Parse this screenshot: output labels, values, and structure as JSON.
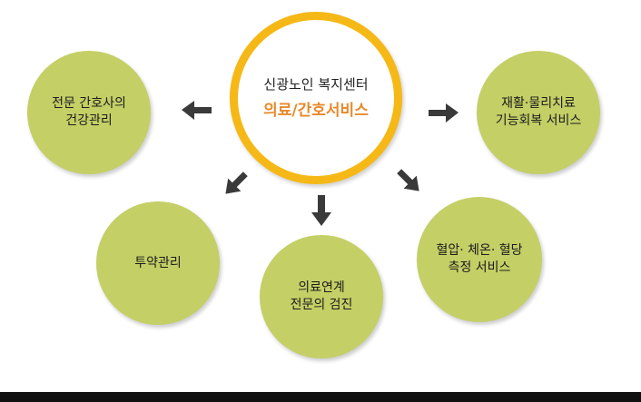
{
  "center": {
    "subtitle": "신광노인 복지센터",
    "title": "의료/간호서비스"
  },
  "nodes": [
    {
      "line1": "전문 간호사의",
      "line2": "건강관리"
    },
    {
      "line1": "재활·물리치료",
      "line2": "기능회복 서비스"
    },
    {
      "line1": "투약관리",
      "line2": ""
    },
    {
      "line1": "의료연계",
      "line2": "전문의 검진"
    },
    {
      "line1": "혈압· 체온· 혈당",
      "line2": "측정 서비스"
    }
  ],
  "colors": {
    "node_fill": "#c4cf66",
    "center_ring": "#f5b816",
    "center_title": "#e8892a",
    "arrow": "#3a3a3a",
    "bottom_bar": "#111111"
  }
}
